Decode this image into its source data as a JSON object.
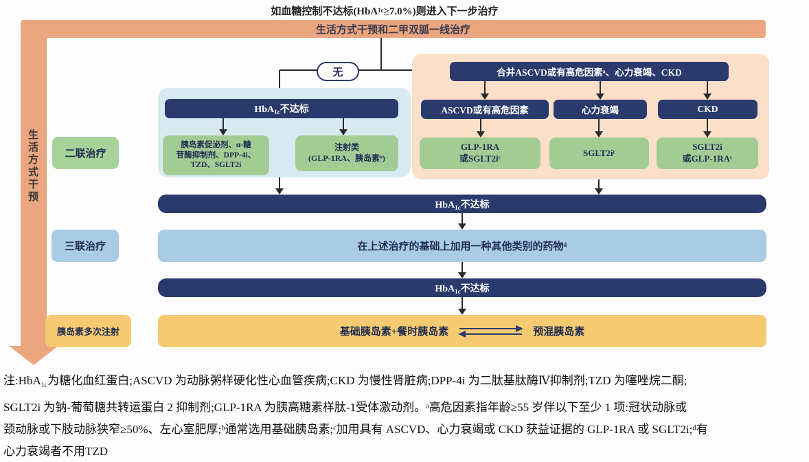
{
  "colors": {
    "orange_arrow": "#EBA57F",
    "navy_box": "#2A3A6D",
    "panel_light_blue": "#D8EAF1",
    "panel_peach": "#FBDFC9",
    "green_box": "#A3CC95",
    "green_label": "#A7D299",
    "light_blue_bar": "#A9CBE3",
    "yellow_bar": "#F6CA70",
    "arrow_black": "#2b2b2b"
  },
  "top_caption": {
    "p1": "如血糖控制不达标(HbA",
    "sub": "1c",
    "p2": "≥7.0%)则进入下一步治疗"
  },
  "lifestyle": {
    "bar_label": "生活方式干预和二甲双胍一线治疗",
    "side_label": "生活方式干预"
  },
  "connector": {
    "none_label": "无"
  },
  "hba_bar": {
    "p1": "HbA",
    "sub": "1c",
    "p2": "不达标"
  },
  "dual_therapy": {
    "side_label": "二联治疗",
    "oral_box": "胰岛素促泌剂、α-糖\n苷酶抑制剂、DPP-4i、\nTZD、SGLT2i",
    "injection_box": "注射类\n(GLP-1RA、胰岛素ᵇ)",
    "comorbid_header": "合并ASCVD或有高危因素ᵃ、心力衰竭、CKD",
    "columns": [
      {
        "condition": "ASCVD或有高危因素",
        "treatment": "GLP-1RA\n或SGLT2iᶜ"
      },
      {
        "condition": "心力衰竭",
        "treatment": "SGLT2iᶜ"
      },
      {
        "condition": "CKD",
        "treatment": "SGLT2i\n或GLP-1RAᶜ"
      }
    ]
  },
  "triple_therapy": {
    "side_label": "三联治疗",
    "bar_label": "在上述治疗的基础上加用一种其他类别的药物ᵈ"
  },
  "insulin_therapy": {
    "side_label": "胰岛素多次注射",
    "left_label": "基础胰岛素+餐时胰岛素",
    "right_label": "预混胰岛素"
  },
  "notes": {
    "line1": {
      "p1": "注:HbA",
      "sub": "1c",
      "p2": "为糖化血红蛋白;ASCVD 为动脉粥样硬化性心血管疾病;CKD 为慢性肾脏病;DPP-4i 为二肽基肽酶Ⅳ抑制剂;TZD 为噻唑烷二酮;"
    },
    "line2": "SGLT2i 为钠-葡萄糖共转运蛋白 2 抑制剂;GLP-1RA 为胰高糖素样肽-1受体激动剂。ᵃ高危因素指年龄≥55 岁伴以下至少 1 项:冠状动脉或",
    "line3": "颈动脉或下肢动脉狭窄≥50%、左心室肥厚;ᵇ通常选用基础胰岛素;ᶜ加用具有 ASCVD、心力衰竭或 CKD 获益证据的 GLP-1RA 或 SGLT2i;ᵈ有",
    "line4": "心力衰竭者不用TZD"
  }
}
